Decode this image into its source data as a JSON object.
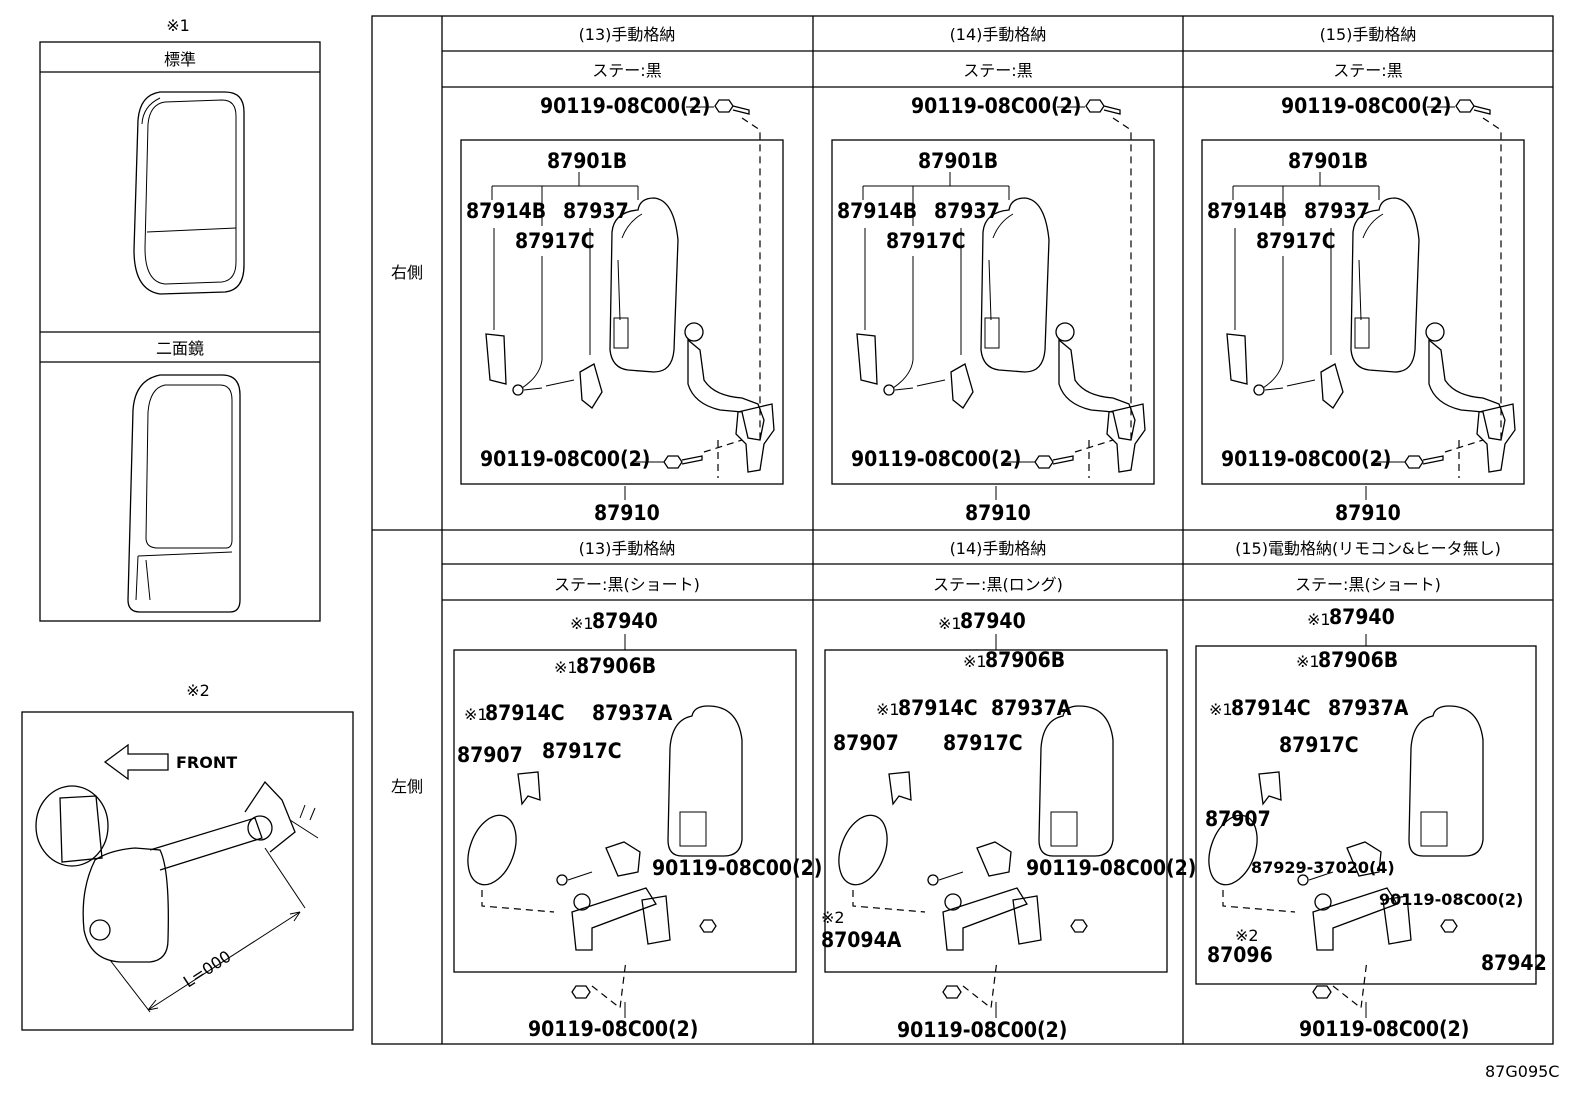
{
  "catalog_code": "87G095C",
  "note1_mark": "※1",
  "note2_mark": "※2",
  "note1_panel": {
    "standard_label": "標準",
    "double_label": "二面鏡"
  },
  "note2_panel": {
    "front_label": "FRONT",
    "length_label": "L=000"
  },
  "rows": [
    {
      "label": "右側"
    },
    {
      "label": "左側"
    }
  ],
  "right_cells": [
    {
      "header": "(13)手動格納",
      "subheader": "ステー:黒",
      "parts": {
        "bolt_top": "90119-08C00(2)",
        "assy": "87901B",
        "p1": "87914B",
        "p2": "87937",
        "p3": "87917C",
        "bolt_bot": "90119-08C00(2)",
        "main": "87910"
      }
    },
    {
      "header": "(14)手動格納",
      "subheader": "ステー:黒",
      "parts": {
        "bolt_top": "90119-08C00(2)",
        "assy": "87901B",
        "p1": "87914B",
        "p2": "87937",
        "p3": "87917C",
        "bolt_bot": "90119-08C00(2)",
        "main": "87910"
      }
    },
    {
      "header": "(15)手動格納",
      "subheader": "ステー:黒",
      "parts": {
        "bolt_top": "90119-08C00(2)",
        "assy": "87901B",
        "p1": "87914B",
        "p2": "87937",
        "p3": "87917C",
        "bolt_bot": "90119-08C00(2)",
        "main": "87910"
      }
    }
  ],
  "left_cells": [
    {
      "header": "(13)手動格納",
      "subheader": "ステー:黒(ショート)",
      "parts": {
        "main": "87940",
        "assy": "87906B",
        "p1": "87914C",
        "p2": "87937A",
        "mirror": "87907",
        "p3": "87917C",
        "bolt_side": "90119-08C00(2)",
        "bolt_bot": "90119-08C00(2)"
      }
    },
    {
      "header": "(14)手動格納",
      "subheader": "ステー:黒(ロング)",
      "parts": {
        "main": "87940",
        "assy": "87906B",
        "p1": "87914C",
        "p2": "87937A",
        "mirror": "87907",
        "p3": "87917C",
        "bolt_side": "90119-08C00(2)",
        "stay": "87094A",
        "bolt_bot": "90119-08C00(2)"
      }
    },
    {
      "header": "(15)電動格納(リモコン&ヒータ無し)",
      "subheader": "ステー:黒(ショート)",
      "parts": {
        "main": "87940",
        "assy": "87906B",
        "p1": "87914C",
        "p2": "87937A",
        "p3": "87917C",
        "mirror": "87907",
        "screw": "87929-37020(4)",
        "bolt_side": "90119-08C00(2)",
        "stay": "87096",
        "motor": "87942",
        "bolt_bot": "90119-08C00(2)"
      }
    }
  ]
}
